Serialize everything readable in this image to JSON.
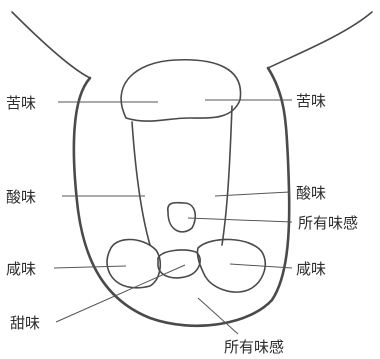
{
  "labels": {
    "bitter_left": "苦味",
    "bitter_right": "苦味",
    "sour_left": "酸味",
    "sour_right": "酸味",
    "all_tastes_center": "所有味感",
    "salty_left": "咸味",
    "salty_right": "咸味",
    "sweet": "甜味",
    "all_tastes_bottom": "所有味感"
  }
}
